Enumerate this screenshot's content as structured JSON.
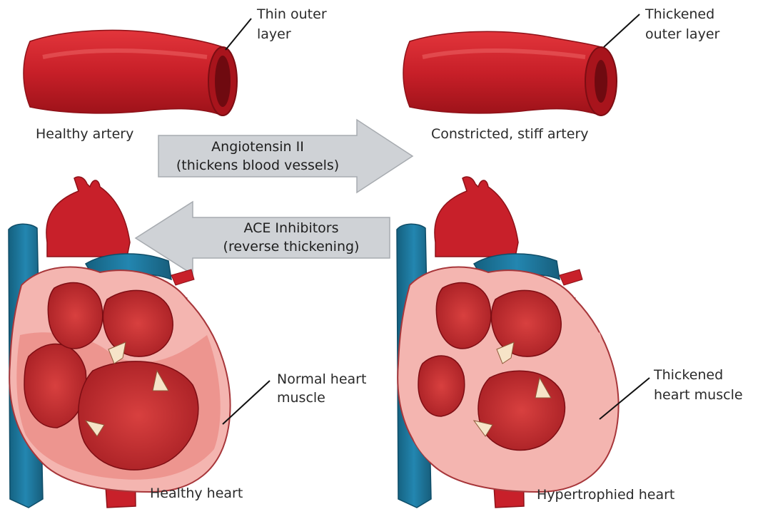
{
  "top": {
    "healthy_artery": {
      "label": "Healthy artery",
      "callout": [
        "Thin outer",
        "layer"
      ]
    },
    "stiff_artery": {
      "label": "Constricted, stiff artery",
      "callout": [
        "Thickened",
        "outer layer"
      ]
    }
  },
  "arrows": {
    "forward": {
      "line1": "Angiotensin II",
      "line2": "(thickens blood vessels)"
    },
    "reverse": {
      "line1": "ACE Inhibitors",
      "line2": "(reverse thickening)"
    }
  },
  "hearts": {
    "healthy": {
      "label": "Healthy heart",
      "callout": [
        "Normal heart",
        "muscle"
      ]
    },
    "hypertrophied": {
      "label": "Hypertrophied heart",
      "callout": [
        "Thickened",
        "heart muscle"
      ]
    }
  },
  "colors": {
    "artery_red": "#c8202a",
    "artery_dark": "#8e1118",
    "vein_blue": "#1f7fa6",
    "muscle_pink": "#f4b5b0",
    "arrow_gray": "#cfd2d6"
  }
}
